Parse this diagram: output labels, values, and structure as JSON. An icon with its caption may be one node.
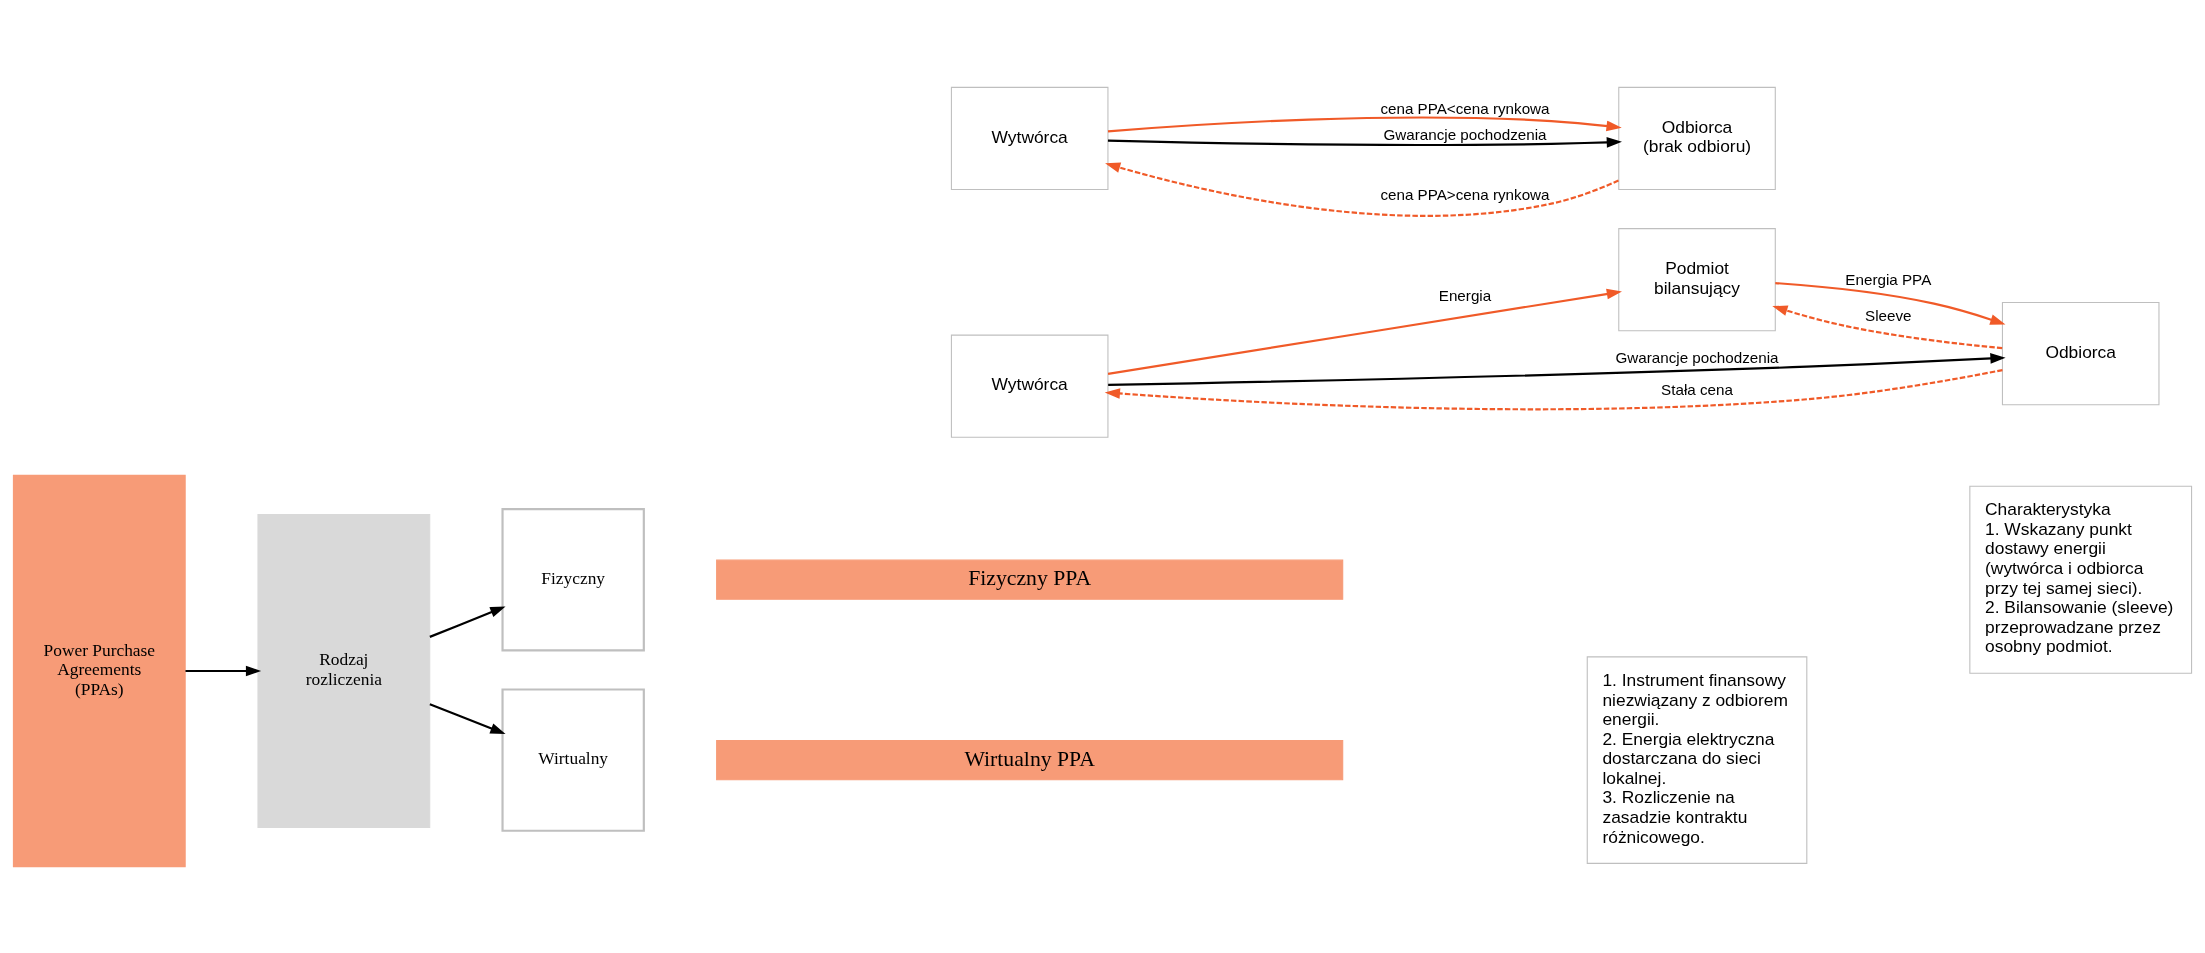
{
  "diagram": {
    "nodes": [
      {
        "text": [
          "Power Purchase Agreements (PPAs)"
        ]
      },
      {
        "text": [
          "Rodzaj rozliczenia"
        ]
      },
      {
        "text": [
          "Fizyczny"
        ]
      },
      {
        "text": [
          "Wirtualny"
        ]
      },
      {
        "text": [
          "Fizyczny PPA"
        ]
      },
      {
        "text": [
          "Wytwórca"
        ]
      },
      {
        "text": [
          "Podmiot bilansujący"
        ]
      },
      {
        "text": [
          "Odbiorca"
        ]
      },
      {
        "text": [
          "Charakterystyka",
          "1. Wskazany punkt dostawy energii (wytwórca i odbiorca przy tej samej sieci).",
          "2. Bilansowanie (sleeve) przeprowadzane przez osobny podmiot."
        ]
      },
      {
        "text": [
          "Wirtualny PPA"
        ]
      },
      {
        "text": [
          "Wytwórca"
        ]
      },
      {
        "text": [
          "Odbiorca",
          "(brak odbioru)"
        ]
      },
      {
        "text": [
          "1. Instrument finansowy niezwiązany z odbiorem energii.",
          "2. Energia elektryczna dostarczana do sieci lokalnej.",
          "3. Rozliczenie na zasadzie kontraktu różnicowego."
        ]
      }
    ],
    "edges": [
      {
        "from": 0,
        "to": 1,
        "arrow": "to",
        "color": "#000000"
      },
      {
        "from": 1,
        "to": 2,
        "arrow": "to",
        "color": "#000000"
      },
      {
        "from": 1,
        "to": 3,
        "arrow": "to",
        "color": "#000000"
      },
      {
        "from": 5,
        "to": 6,
        "arrow": "to",
        "label": "Energia"
      },
      {
        "from": 7,
        "to": 6,
        "arrow": "to",
        "label": "Sleeve",
        "style": "dashed"
      },
      {
        "from": 6,
        "to": 7,
        "arrow": "to",
        "label": "Energia PPA"
      },
      {
        "from": 5,
        "to": 7,
        "arrow": "to",
        "label": "Gwarancje pochodzenia",
        "color": "#000000"
      },
      {
        "from": 7,
        "to": 5,
        "arrow": "to",
        "label": "Stała cena",
        "style": "dashed"
      },
      {
        "from": 11,
        "to": 10,
        "arrow": "to",
        "label": "cena PPA>cena rynkowa",
        "style": "dashed"
      },
      {
        "from": 10,
        "to": 11,
        "arrow": "to",
        "label": "cena PPA<cena rynkowa"
      },
      {
        "from": 10,
        "to": 11,
        "arrow": "to",
        "label": "Gwarancje pochodzenia",
        "color": "#000000"
      }
    ]
  }
}
